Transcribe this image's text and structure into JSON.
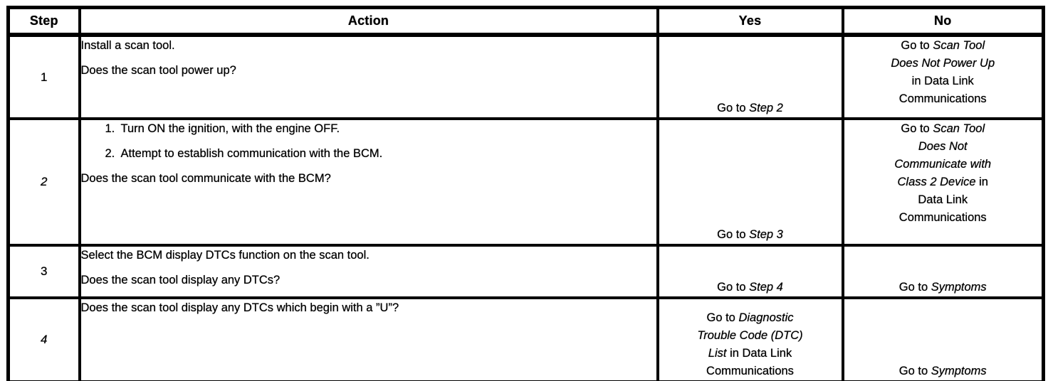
{
  "colors": {
    "ink": "#000000",
    "paper": "#ffffff"
  },
  "table": {
    "columns": {
      "step": "Step",
      "action": "Action",
      "yes": "Yes",
      "no": "No"
    },
    "rows": [
      {
        "step": "1",
        "step_italic": false,
        "action": [
          {
            "seg": [
              {
                "t": "Install a scan tool."
              }
            ]
          },
          {
            "seg": [
              {
                "t": "Does the scan tool power up?"
              }
            ]
          }
        ],
        "yes": [
          {
            "seg": [
              {
                "t": "Go to "
              },
              {
                "t": "Step 2",
                "i": true
              }
            ]
          }
        ],
        "no": [
          {
            "seg": [
              {
                "t": "Go to "
              },
              {
                "t": "Scan Tool",
                "i": true
              }
            ]
          },
          {
            "seg": [
              {
                "t": "Does Not Power Up",
                "i": true
              }
            ]
          },
          {
            "seg": [
              {
                "t": "in Data Link"
              }
            ]
          },
          {
            "seg": [
              {
                "t": "Communications"
              }
            ]
          }
        ]
      },
      {
        "step": "2",
        "step_italic": true,
        "action": [
          {
            "ind": true,
            "seg": [
              {
                "t": "1. Turn ON the ignition, with the engine OFF."
              }
            ]
          },
          {
            "ind": true,
            "seg": [
              {
                "t": "2. Attempt to establish communication with the BCM."
              }
            ]
          },
          {
            "seg": [
              {
                "t": "Does the scan tool communicate with the BCM?"
              }
            ]
          }
        ],
        "yes": [
          {
            "seg": [
              {
                "t": "Go to "
              },
              {
                "t": "Step 3",
                "i": true
              }
            ]
          }
        ],
        "no": [
          {
            "seg": [
              {
                "t": "Go to "
              },
              {
                "t": "Scan Tool",
                "i": true
              }
            ]
          },
          {
            "seg": [
              {
                "t": "Does Not",
                "i": true
              }
            ]
          },
          {
            "seg": [
              {
                "t": "Communicate with",
                "i": true
              }
            ]
          },
          {
            "seg": [
              {
                "t": "Class 2 Device",
                "i": true
              },
              {
                "t": " in"
              }
            ]
          },
          {
            "seg": [
              {
                "t": "Data Link"
              }
            ]
          },
          {
            "seg": [
              {
                "t": "Communications"
              }
            ]
          }
        ]
      },
      {
        "step": "3",
        "step_italic": false,
        "action": [
          {
            "seg": [
              {
                "t": "Select the BCM display DTCs function on the scan tool."
              }
            ]
          },
          {
            "seg": [
              {
                "t": "Does the scan tool display any DTCs?"
              }
            ]
          }
        ],
        "yes": [
          {
            "seg": [
              {
                "t": "Go to "
              },
              {
                "t": "Step 4",
                "i": true
              }
            ]
          }
        ],
        "no": [
          {
            "seg": [
              {
                "t": "Go to "
              },
              {
                "t": "Symptoms",
                "i": true
              }
            ]
          }
        ]
      },
      {
        "step": "4",
        "step_italic": true,
        "action": [
          {
            "seg": [
              {
                "t": "Does the scan tool display any DTCs which begin with a ”U”?"
              }
            ]
          }
        ],
        "yes": [
          {
            "seg": [
              {
                "t": "Go to "
              },
              {
                "t": "Diagnostic",
                "i": true
              }
            ]
          },
          {
            "seg": [
              {
                "t": "Trouble Code (DTC)",
                "i": true
              }
            ]
          },
          {
            "seg": [
              {
                "t": "List",
                "i": true
              },
              {
                "t": " in Data Link"
              }
            ]
          },
          {
            "seg": [
              {
                "t": "Communications"
              }
            ]
          }
        ],
        "no": [
          {
            "seg": [
              {
                "t": "Go to "
              },
              {
                "t": "Symptoms",
                "i": true
              }
            ]
          }
        ]
      }
    ]
  }
}
